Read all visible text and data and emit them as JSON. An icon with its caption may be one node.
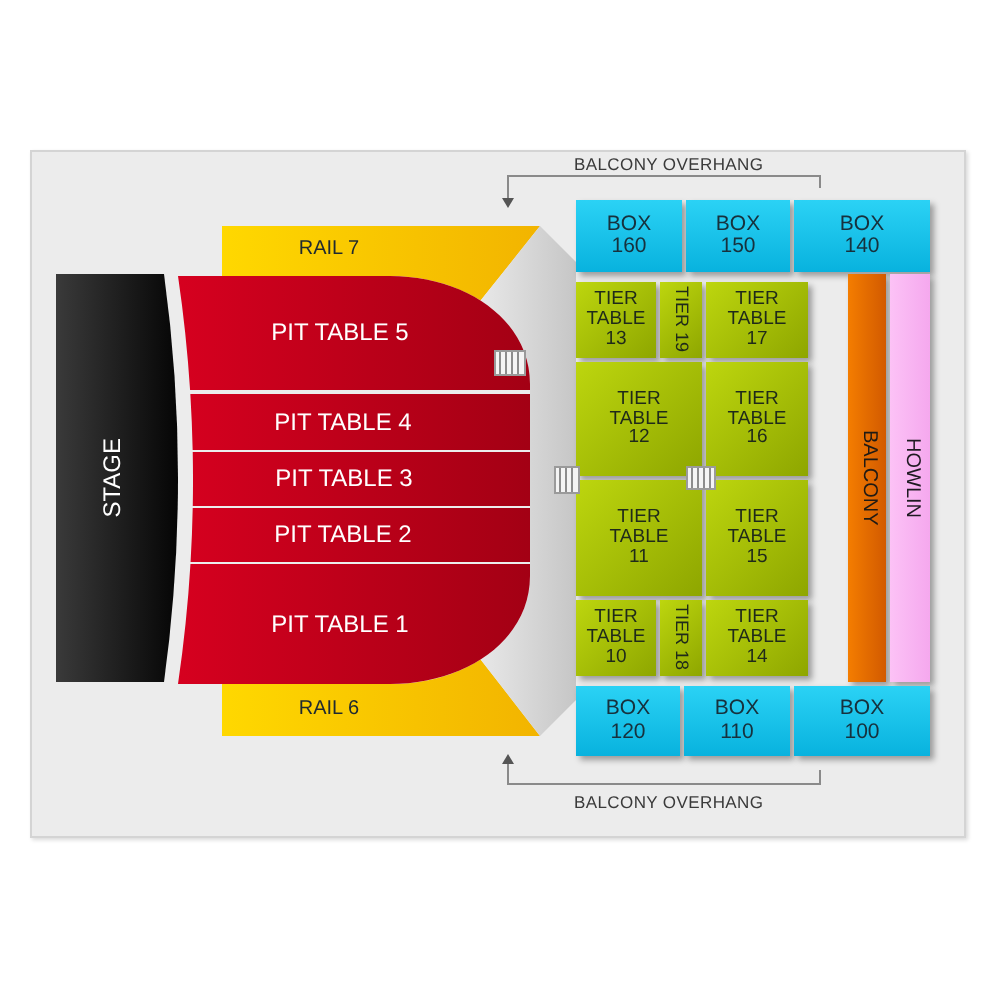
{
  "diagram": {
    "nodes": [
      {
        "text": [
          "STAGE"
        ]
      },
      {
        "text": [
          "RAIL 7"
        ]
      },
      {
        "text": [
          "PIT TABLE 5"
        ]
      },
      {
        "text": [
          "PIT TABLE 4"
        ]
      },
      {
        "text": [
          "PIT TABLE 3"
        ]
      },
      {
        "text": [
          "PIT TABLE 2"
        ]
      },
      {
        "text": [
          "PIT TABLE 1"
        ]
      },
      {
        "text": [
          "RAIL 6"
        ]
      },
      {
        "text": [],
        "shape": "box"
      },
      {
        "text": [
          "BOX 160"
        ]
      },
      {
        "text": [
          "BOX 150"
        ]
      },
      {
        "text": [
          "BOX 140"
        ]
      },
      {
        "text": [
          "TIER TABLE 13"
        ]
      },
      {
        "text": [
          "TIER 19"
        ]
      },
      {
        "text": [
          "TIER TABLE 17"
        ]
      },
      {
        "text": [
          "TIER TABLE 12"
        ]
      },
      {
        "text": [
          "TIER TABLE 16"
        ]
      },
      {
        "text": [
          "TIER TABLE 11"
        ]
      },
      {
        "text": [
          "TIER TABLE 15"
        ]
      },
      {
        "text": [
          "TIER TABLE 10"
        ]
      },
      {
        "text": [
          "TIER 18"
        ]
      },
      {
        "text": [
          "TIER TABLE 14"
        ]
      },
      {
        "text": [
          "BALCONY"
        ]
      },
      {
        "text": [
          "HOWLIN"
        ]
      },
      {
        "text": [
          "BOX 120"
        ]
      },
      {
        "text": [
          "BOX 110"
        ]
      },
      {
        "text": [
          "BOX 100"
        ]
      }
    ],
    "labels": [
      "BALCONY OVERHANG",
      "BALCONY OVERHANG"
    ]
  }
}
